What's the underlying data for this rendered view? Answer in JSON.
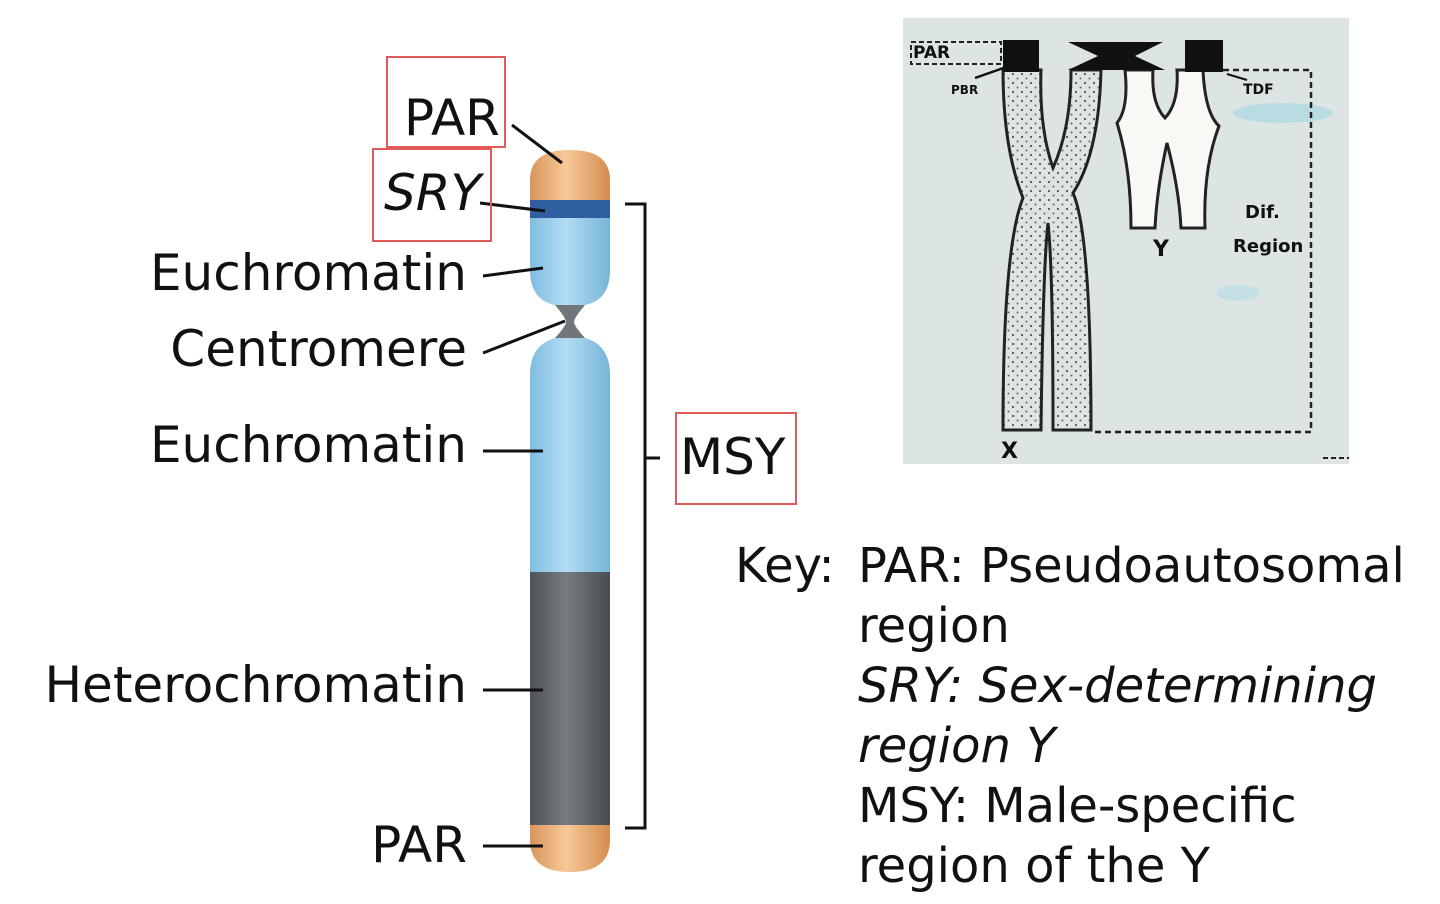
{
  "chromosome_labels": {
    "par_top": "PAR",
    "sry": "SRY",
    "euchromatin_upper": "Euchromatin",
    "centromere": "Centromere",
    "euchromatin_lower": "Euchromatin",
    "heterochromatin": "Heterochromatin",
    "par_bottom": "PAR",
    "msy": "MSY"
  },
  "photo_labels": {
    "par": "PAR",
    "pbr": "PBR",
    "tdf": "TDF",
    "y": "Y",
    "dif": "Dif.",
    "region": "Region",
    "x": "X"
  },
  "key": {
    "heading": "Key:",
    "par_line1": "PAR: Pseudoautosomal",
    "par_line2": "region",
    "sry_abbr": "SRY",
    "sry_def": ": Sex-determining",
    "sry_line2": "region Y",
    "msy_line1": "MSY: Male-specific",
    "msy_line2": "region of the Y"
  },
  "colors": {
    "par": "#f0b77d",
    "sry_band": "#2f5fa0",
    "euchromatin": "#92cbea",
    "heterochromatin": "#5d6266",
    "annotation_box": "#e05a5a",
    "photo_bg": "#dce5e3"
  }
}
